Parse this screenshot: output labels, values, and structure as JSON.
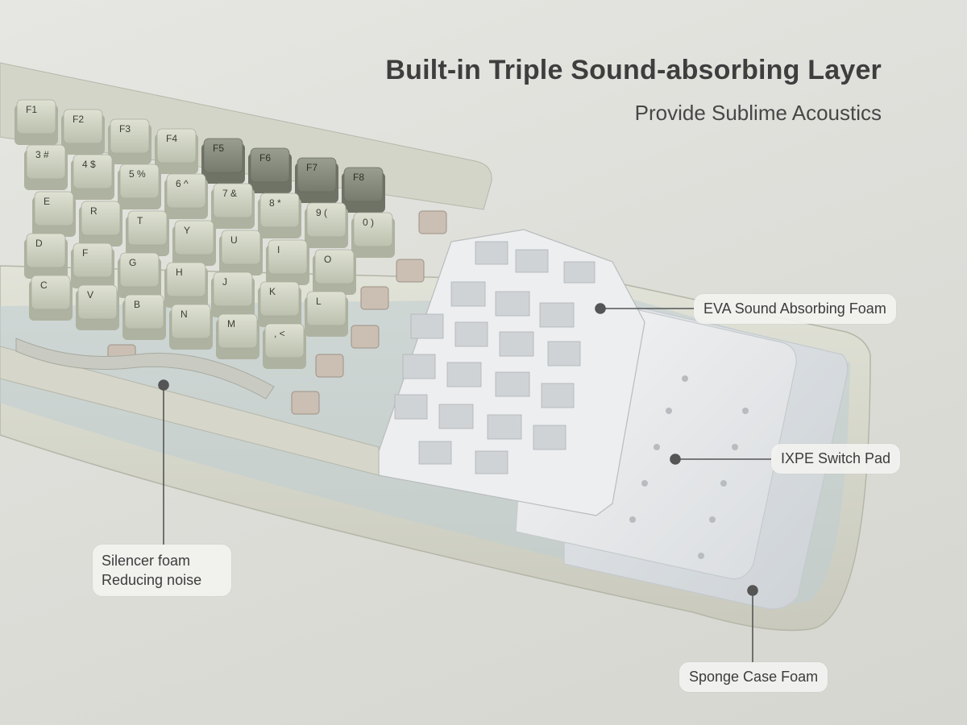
{
  "headline": {
    "title": "Built-in Triple Sound-absorbing Layer",
    "subtitle": "Provide Sublime Acoustics"
  },
  "callouts": {
    "eva": "EVA Sound Absorbing Foam",
    "ixpe": "IXPE Switch Pad",
    "silencer_line1": "Silencer foam",
    "silencer_line2": "Reducing noise",
    "sponge": "Sponge Case Foam"
  },
  "keycaps": {
    "fn_row": [
      "F1",
      "F2",
      "F3",
      "F4",
      "F5",
      "F6",
      "F7",
      "F8"
    ],
    "num_row": [
      "3 #",
      "4 $",
      "5 %",
      "6 ^",
      "7 &",
      "8 *",
      "9 (",
      "0 )"
    ],
    "top_row": [
      "E",
      "R",
      "T",
      "Y",
      "U",
      "I",
      "O"
    ],
    "home_row": [
      "D",
      "F",
      "G",
      "H",
      "J",
      "K",
      "L"
    ],
    "bottom_row": [
      "C",
      "V",
      "B",
      "N",
      "M",
      ", <"
    ]
  },
  "colors": {
    "background": "#dfdfda",
    "keycap_light": "#cfd3c2",
    "keycap_dark": "#8b8f81",
    "case": "#d8d9cc",
    "plate": "#e9ebec",
    "ixpe_pad": "#e2e5e8",
    "sponge": "#d9dde0",
    "switch_housing": "#c9bdb1",
    "leader_line": "#555555"
  },
  "illustration": "keyboard-exploded-layers"
}
